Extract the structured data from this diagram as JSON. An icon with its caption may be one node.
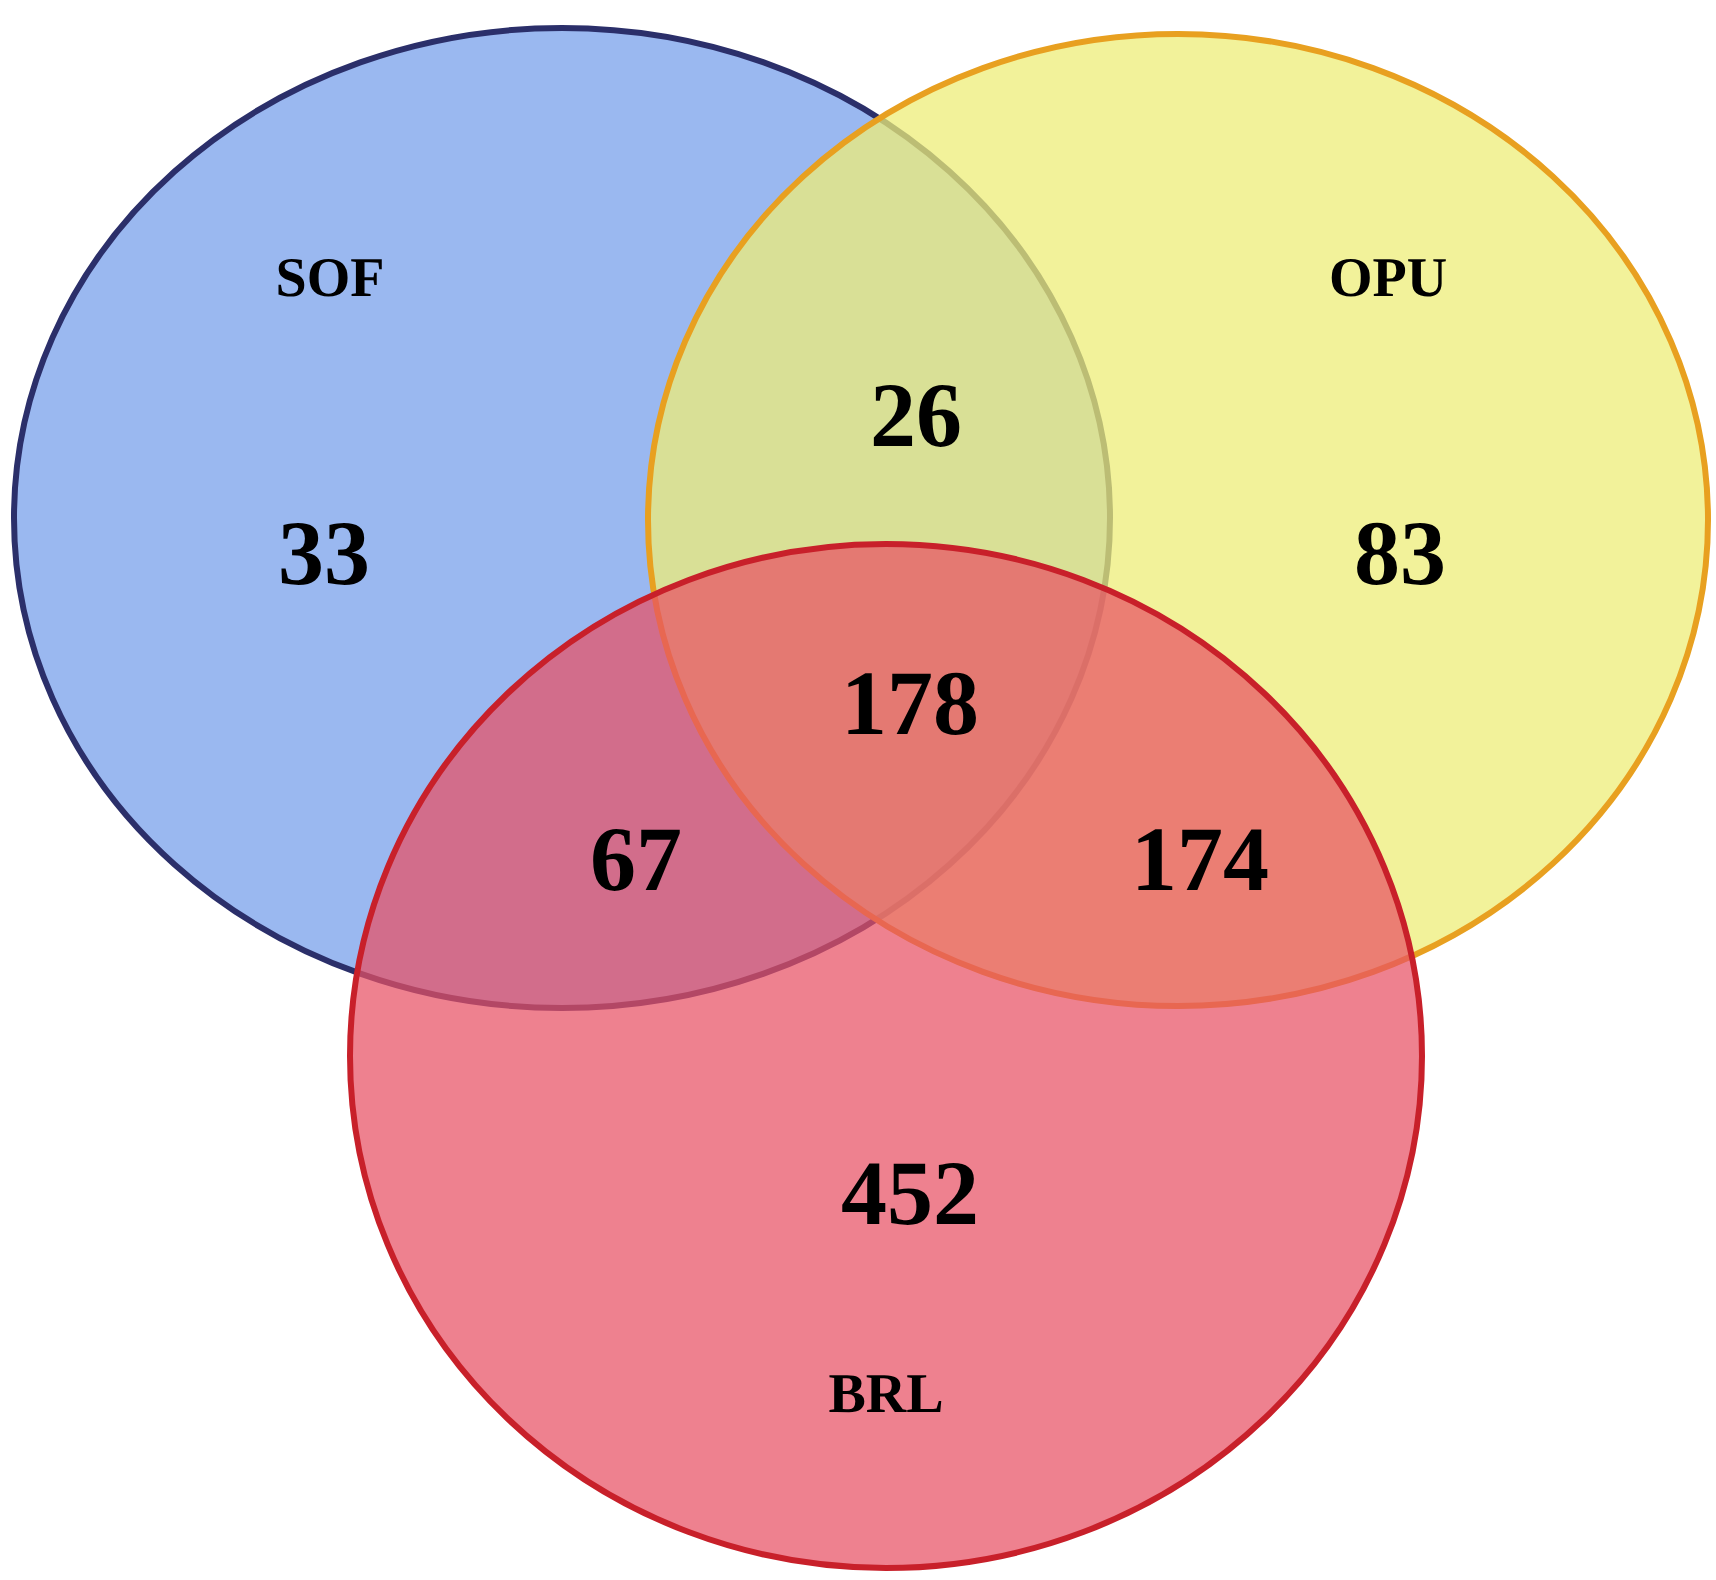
{
  "diagram": {
    "nodes": [
      {
        "text": [
          "SOF"
        ]
      },
      {
        "text": [
          "OPU"
        ]
      },
      {
        "text": [
          "BRL"
        ]
      }
    ],
    "labels": [
      "26",
      "33",
      "83",
      "178",
      "67",
      "174",
      "452"
    ]
  }
}
